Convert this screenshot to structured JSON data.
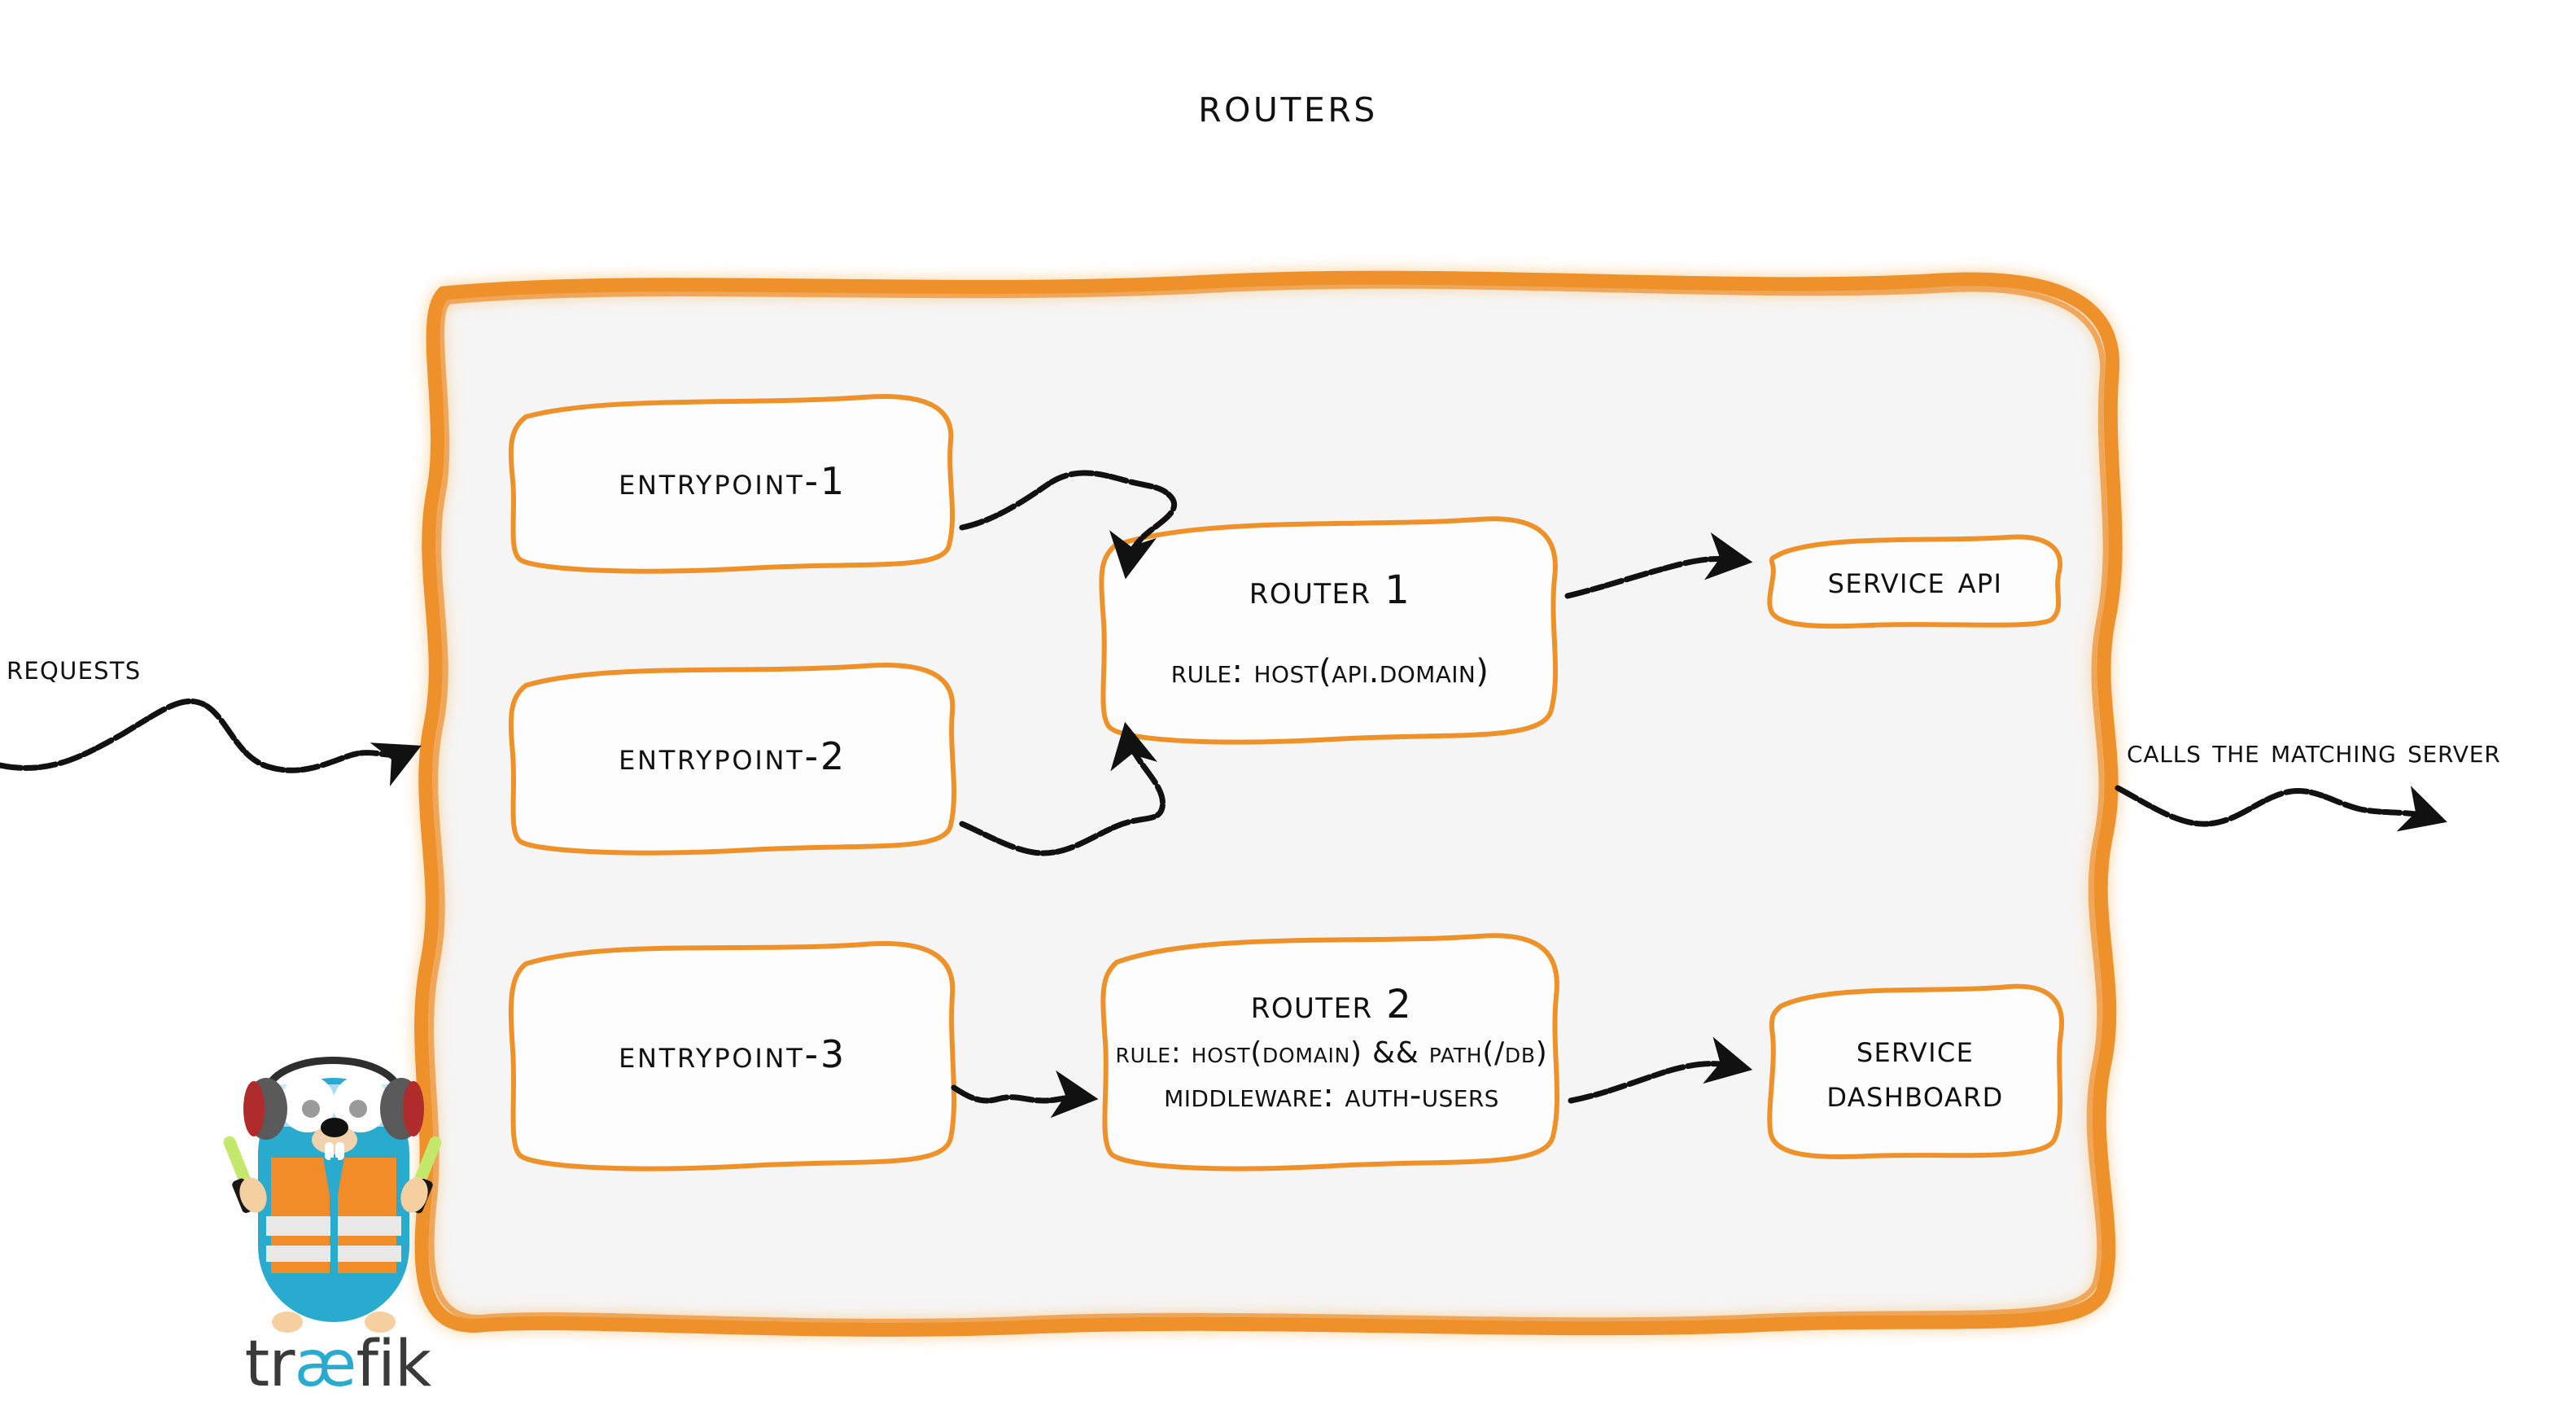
{
  "diagram": {
    "title": "Routers",
    "accent_color": "#EE9129",
    "panel_fill": "#F5F5F5",
    "ink_color": "#111111"
  },
  "captions": {
    "left": "Requests",
    "right": "Calls the matching server"
  },
  "entrypoints": [
    {
      "label": "entrypoint-1",
      "icon": "entrypoint-box"
    },
    {
      "label": "entrypoint-2",
      "icon": "entrypoint-box"
    },
    {
      "label": "entrypoint-3",
      "icon": "entrypoint-box"
    }
  ],
  "routers": [
    {
      "name": "Router 1",
      "lines": [
        "rule: Host(api.domain)"
      ]
    },
    {
      "name": "Router 2",
      "lines": [
        "rule: Host(domain) && Path(/db)",
        "Middleware: auth-users"
      ]
    }
  ],
  "services": [
    {
      "lines": [
        "Service API"
      ]
    },
    {
      "lines": [
        "Service",
        "Dashboard"
      ]
    }
  ],
  "logo": {
    "wordmark_pre": "tr",
    "wordmark_ae": "æ",
    "wordmark_post": "fik",
    "body_color": "#29ABD0",
    "vest_color": "#F28C28",
    "stripe_color": "#E8E8E8",
    "wand_color": "#C4E86B",
    "headphone_color": "#5A5A5A",
    "headphone_accent": "#B02B2B",
    "text_dark": "#3A3A3A"
  },
  "arrows": [
    {
      "from": "entrypoint-1",
      "to": "Router 1",
      "icon": "curved-arrow-icon"
    },
    {
      "from": "entrypoint-2",
      "to": "Router 1",
      "icon": "curved-arrow-icon"
    },
    {
      "from": "entrypoint-3",
      "to": "Router 2",
      "icon": "squiggle-arrow-icon"
    },
    {
      "from": "Router 1",
      "to": "Service API",
      "icon": "squiggle-arrow-icon"
    },
    {
      "from": "Router 2",
      "to": "Service Dashboard",
      "icon": "squiggle-arrow-icon"
    },
    {
      "from": "Requests",
      "to": "routers-panel",
      "icon": "wavy-arrow-icon"
    },
    {
      "from": "routers-panel",
      "to": "Calls the matching server",
      "icon": "wavy-arrow-icon"
    }
  ]
}
